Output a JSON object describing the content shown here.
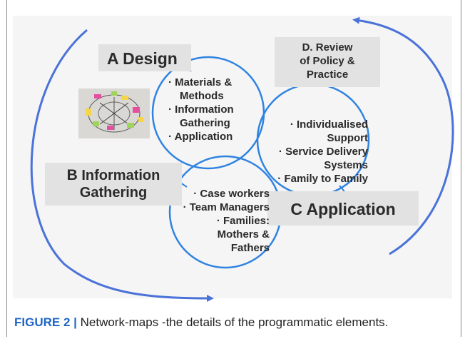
{
  "figure": {
    "label": "FIGURE 2 |",
    "caption": "Network-maps -the details of the programmatic elements."
  },
  "boxes": {
    "a": "A Design",
    "b_line1": "Information",
    "b_letter": "B",
    "b_line2": "Gathering",
    "c": "C  Application",
    "d_line1": "D. Review",
    "d_line2": "of Policy &",
    "d_line3": "Practice"
  },
  "lists": {
    "design": {
      "item1_line1": "· Materials &",
      "item1_line2": "Methods",
      "item2_line1": "· Information",
      "item2_line2": "Gathering",
      "item3": "· Application"
    },
    "application": {
      "item1_line1": "· Individualised",
      "item1_line2": "Support",
      "item2_line1": "· Service Delivery",
      "item2_line2": "Systems",
      "item3": "· Family to Family"
    },
    "gathering": {
      "item1": "· Case workers",
      "item2": "· Team Managers",
      "item3_line1": "· Families:",
      "item3_line2": "Mothers &",
      "item3_line3": "Fathers"
    }
  },
  "colors": {
    "circle": "#2f83e0",
    "arrow": "#4a72d8",
    "box": "#e2e2e2",
    "caption_label": "#1e65c8"
  },
  "icons": [
    "photo-thumbnail"
  ]
}
